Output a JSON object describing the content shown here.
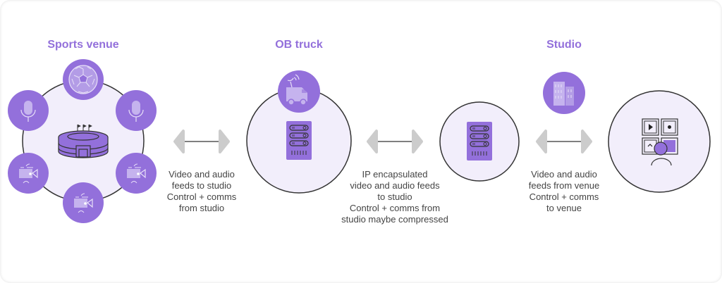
{
  "colors": {
    "accent": "#9370db",
    "accent_light": "#c5b3ee",
    "circle_fill": "#f2eefb",
    "outline": "#333333",
    "arrow": "#cccccc",
    "text": "#444444"
  },
  "sections": {
    "venue": {
      "title": "Sports venue",
      "center_icon": "stadium-icon",
      "satellite_icons": [
        "soccer-ball-icon",
        "microphone-icon",
        "microphone-icon",
        "video-camera-icon",
        "video-camera-icon",
        "video-camera-icon"
      ]
    },
    "truck": {
      "title": "OB truck",
      "badge_icon": "ob-van-icon",
      "center_icon": "server-rack-icon"
    },
    "studio": {
      "title": "Studio",
      "badge_icon": "building-icon",
      "center_icon": "production-desk-icon"
    },
    "relay": {
      "center_icon": "server-rack-icon"
    }
  },
  "links": [
    {
      "icon": "bidirectional-arrow-icon",
      "lines": [
        "Video and audio",
        "feeds to studio",
        "Control + comms",
        "from studio"
      ]
    },
    {
      "icon": "bidirectional-arrow-icon",
      "lines": [
        "IP encapsulated",
        "video and audio feeds",
        "to studio",
        "Control + comms from",
        "studio maybe compressed"
      ]
    },
    {
      "icon": "bidirectional-arrow-icon",
      "lines": [
        "Video and audio",
        "feeds from venue",
        "Control + comms",
        "to venue"
      ]
    }
  ]
}
